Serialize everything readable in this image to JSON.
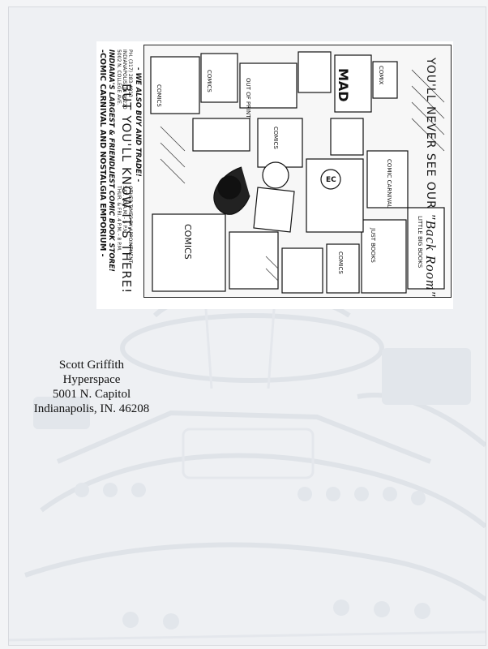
{
  "ad": {
    "headline_top": "YOU'LL NEVER SEE OUR",
    "headline_quote": "\"Back Room\"",
    "headline_bottom": "BUT YOU'LL KNOW IT'S THERE!",
    "store_name": "-COMIC CARNIVAL AND NOSTALGIA EMPORIUM -",
    "tagline": "INDIANA'S LARGEST & FRIENDLIEST COMIC BOOK STORE!",
    "street": "5002 N. COLLEGE AVE.",
    "city": "INDIANAPOLIS, IN 46220",
    "phone": "PH. (317) 283-4913",
    "hours_1": "THUR. & FRI. 4 P.M. - 8 P.M.",
    "hours_2": "SAT. 10 A.M. - 5 P.M.",
    "hours_3": "OTHER TIMES BY APPOINTMENT",
    "trade": "- WE ALSO BUY AND TRADE! -",
    "box_labels": {
      "comics_1": "COMICS",
      "comics_2": "COMICS",
      "comics_3": "COMICS",
      "comics_4": "COMICS",
      "comics_big": "COMICS",
      "comix": "COMIX",
      "out_of_print": "OUT OF PRINT",
      "mad": "MAD",
      "carnival": "COMIC CARNIVAL",
      "ec": "EC",
      "just_books": "JUST BOOKS",
      "little_big": "LITTLE BIG BOOKS"
    }
  },
  "address": {
    "name": "Scott Griffith",
    "company": "Hyperspace",
    "street": "5001 N. Capitol",
    "city": "Indianapolis, IN. 46208"
  }
}
